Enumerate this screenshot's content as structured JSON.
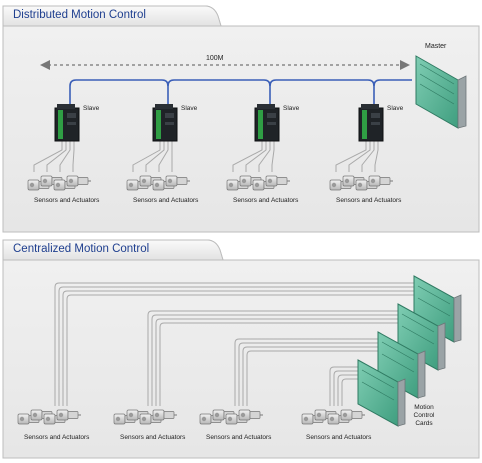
{
  "distributed": {
    "title": "Distributed Motion Control",
    "distance_label": "100M",
    "master_label": "Master",
    "slaves": [
      {
        "label": "Slave",
        "group_label": "Sensors and Actuators"
      },
      {
        "label": "Slave",
        "group_label": "Sensors and Actuators"
      },
      {
        "label": "Slave",
        "group_label": "Sensors and Actuators"
      },
      {
        "label": "Slave",
        "group_label": "Sensors and Actuators"
      }
    ]
  },
  "centralized": {
    "title": "Centralized Motion Control",
    "groups": [
      {
        "label": "Sensors and Actuators"
      },
      {
        "label": "Sensors and Actuators"
      },
      {
        "label": "Sensors and Actuators"
      },
      {
        "label": "Sensors and Actuators"
      }
    ],
    "cards_label_lines": [
      "Motion",
      "Control",
      "Cards"
    ]
  },
  "colors": {
    "panel_fill": "#eeeeee",
    "panel_border": "#bdbdbd",
    "title_text": "#1f3f8f",
    "network_line": "#3b5fb8",
    "card_fill": "#58b79a",
    "module_dark": "#1f2327",
    "module_green": "#2f9e44"
  },
  "icons": [
    "slave-module-icon",
    "master-card-icon",
    "motion-card-icon",
    "motor-icon",
    "double-arrow-icon"
  ]
}
